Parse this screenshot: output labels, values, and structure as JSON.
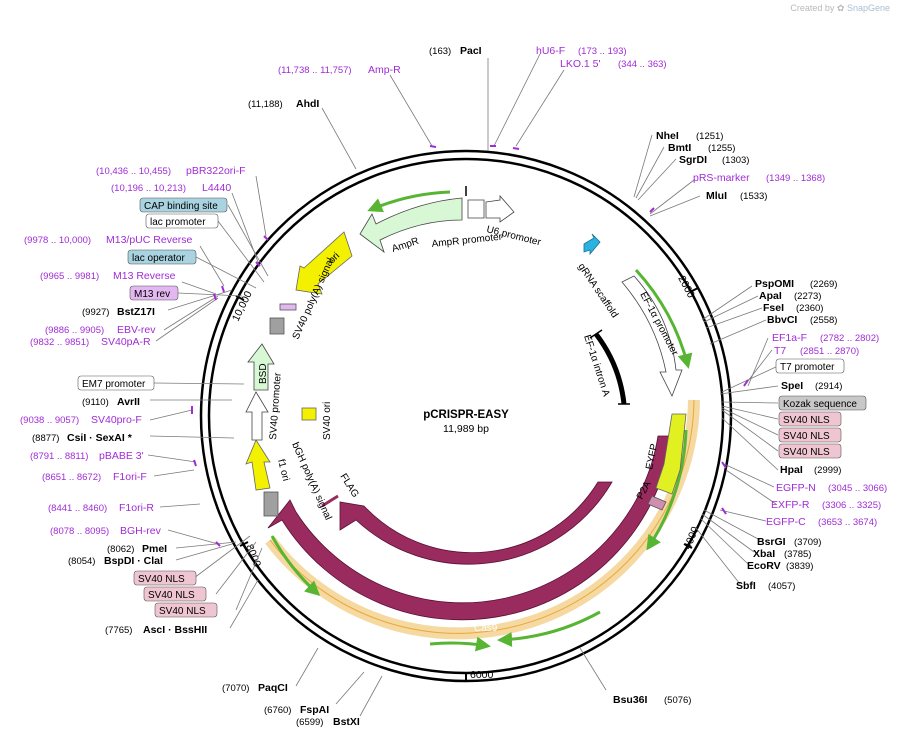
{
  "header": {
    "credit_prefix": "Created by",
    "credit_brand": "SnapGene"
  },
  "plasmid": {
    "name": "pCRISPR-EASY",
    "length": "11,989 bp"
  },
  "ticks": [
    "2000",
    "4000",
    "6000",
    "8000",
    "10,000"
  ],
  "sites": [
    {
      "name": "PacI",
      "pos": "(163)"
    },
    {
      "name": "AhdI",
      "pos": "(11,188)"
    },
    {
      "name": "NheI",
      "pos": "(1251)"
    },
    {
      "name": "BmtI",
      "pos": "(1255)"
    },
    {
      "name": "SgrDI",
      "pos": "(1303)"
    },
    {
      "name": "MluI",
      "pos": "(1533)"
    },
    {
      "name": "PspOMI",
      "pos": "(2269)"
    },
    {
      "name": "ApaI",
      "pos": "(2273)"
    },
    {
      "name": "FseI",
      "pos": "(2360)"
    },
    {
      "name": "BbvCI",
      "pos": "(2558)"
    },
    {
      "name": "SpeI",
      "pos": "(2914)"
    },
    {
      "name": "HpaI",
      "pos": "(2999)"
    },
    {
      "name": "BsrGI",
      "pos": "(3709)"
    },
    {
      "name": "XbaI",
      "pos": "(3785)"
    },
    {
      "name": "EcoRV",
      "pos": "(3839)"
    },
    {
      "name": "SbfI",
      "pos": "(4057)"
    },
    {
      "name": "Bsu36I",
      "pos": "(5076)"
    },
    {
      "name": "PaqCI",
      "pos": "(7070)"
    },
    {
      "name": "FspAI",
      "pos": "(6760)"
    },
    {
      "name": "BstXI",
      "pos": "(6599)"
    },
    {
      "name": "AscI  ·  BssHII",
      "pos": "(7765)"
    },
    {
      "name": "PmeI",
      "pos": "(8062)"
    },
    {
      "name": "BspDI  ·  ClaI",
      "pos": "(8054)"
    },
    {
      "name": "CsiI  ·  SexAI *",
      "pos": "(8877)"
    },
    {
      "name": "AvrII",
      "pos": "(9110)"
    },
    {
      "name": "BstZ17I",
      "pos": "(9927)"
    }
  ],
  "primers": [
    {
      "name": "Amp-R",
      "pos": "(11,738 .. 11,757)"
    },
    {
      "name": "hU6-F",
      "pos": "(173 .. 193)"
    },
    {
      "name": "LKO.1 5'",
      "pos": "(344 .. 363)"
    },
    {
      "name": "pBR322ori-F",
      "pos": "(10,436 .. 10,455)"
    },
    {
      "name": "L4440",
      "pos": "(10,196 .. 10,213)"
    },
    {
      "name": "M13/pUC Reverse",
      "pos": "(9978 .. 10,000)"
    },
    {
      "name": "M13 Reverse",
      "pos": "(9965 .. 9981)"
    },
    {
      "name": "EBV-rev",
      "pos": "(9886 .. 9905)"
    },
    {
      "name": "SV40pA-R",
      "pos": "(9832 .. 9851)"
    },
    {
      "name": "pRS-marker",
      "pos": "(1349 .. 1368)"
    },
    {
      "name": "EF1a-F",
      "pos": "(2782 .. 2802)"
    },
    {
      "name": "T7",
      "pos": "(2851 .. 2870)"
    },
    {
      "name": "EGFP-N",
      "pos": "(3045 .. 3066)"
    },
    {
      "name": "EXFP-R",
      "pos": "(3306 .. 3325)"
    },
    {
      "name": "EGFP-C",
      "pos": "(3653 .. 3674)"
    },
    {
      "name": "SV40pro-F",
      "pos": "(9038 .. 9057)"
    },
    {
      "name": "pBABE 3'",
      "pos": "(8791 .. 8811)"
    },
    {
      "name": "F1ori-F",
      "pos": "(8651 .. 8672)"
    },
    {
      "name": "F1ori-R",
      "pos": "(8441 .. 8460)"
    },
    {
      "name": "BGH-rev",
      "pos": "(8078 .. 8095)"
    }
  ],
  "boxed_labels": [
    {
      "text": "CAP binding site"
    },
    {
      "text": "lac promoter"
    },
    {
      "text": "lac operator"
    },
    {
      "text": "M13 rev"
    },
    {
      "text": "EM7 promoter"
    },
    {
      "text": "T7 promoter"
    },
    {
      "text": "Kozak sequence"
    },
    {
      "text": "SV40 NLS"
    },
    {
      "text": "SV40 NLS"
    },
    {
      "text": "SV40 NLS"
    },
    {
      "text": "SV40 NLS"
    },
    {
      "text": "SV40 NLS"
    },
    {
      "text": "SV40 NLS"
    }
  ],
  "features": {
    "ampr": "AmpR",
    "ampr_promoter": "AmpR promoter",
    "u6": "U6 promoter",
    "grna": "gRNA scaffold",
    "ef1a_promoter": "EF-1α promoter",
    "ef1a_intron": "EF-1α intron A",
    "eyfp": "EYFP",
    "p2a": "P2A",
    "cas9_inner": "Cas9",
    "cas9_outer": "Cas9",
    "flag": "FLAG",
    "bgh": "bGH poly(A) signal",
    "f1ori": "f1 ori",
    "sv40_promoter": "SV40 promoter",
    "sv40_ori": "SV40 ori",
    "bsd": "BSD",
    "sv40_polya": "SV40 poly(A) signal",
    "ori": "ori"
  },
  "colors": {
    "cas9": "#9a2b5f",
    "ampr_fill": "#d7f7d5",
    "ori": "#f3f000",
    "yellow_feature": "#e0f020",
    "grna": "#2ab3e0",
    "primer": "#a12bd6",
    "nls_box": "#efc5d1",
    "cap_box": "#a9d3e0",
    "m13_box": "#e3b7ef",
    "kozak_box": "#c8c8c8",
    "green_arrow": "#58b534",
    "orange_band": "#f0c060"
  }
}
